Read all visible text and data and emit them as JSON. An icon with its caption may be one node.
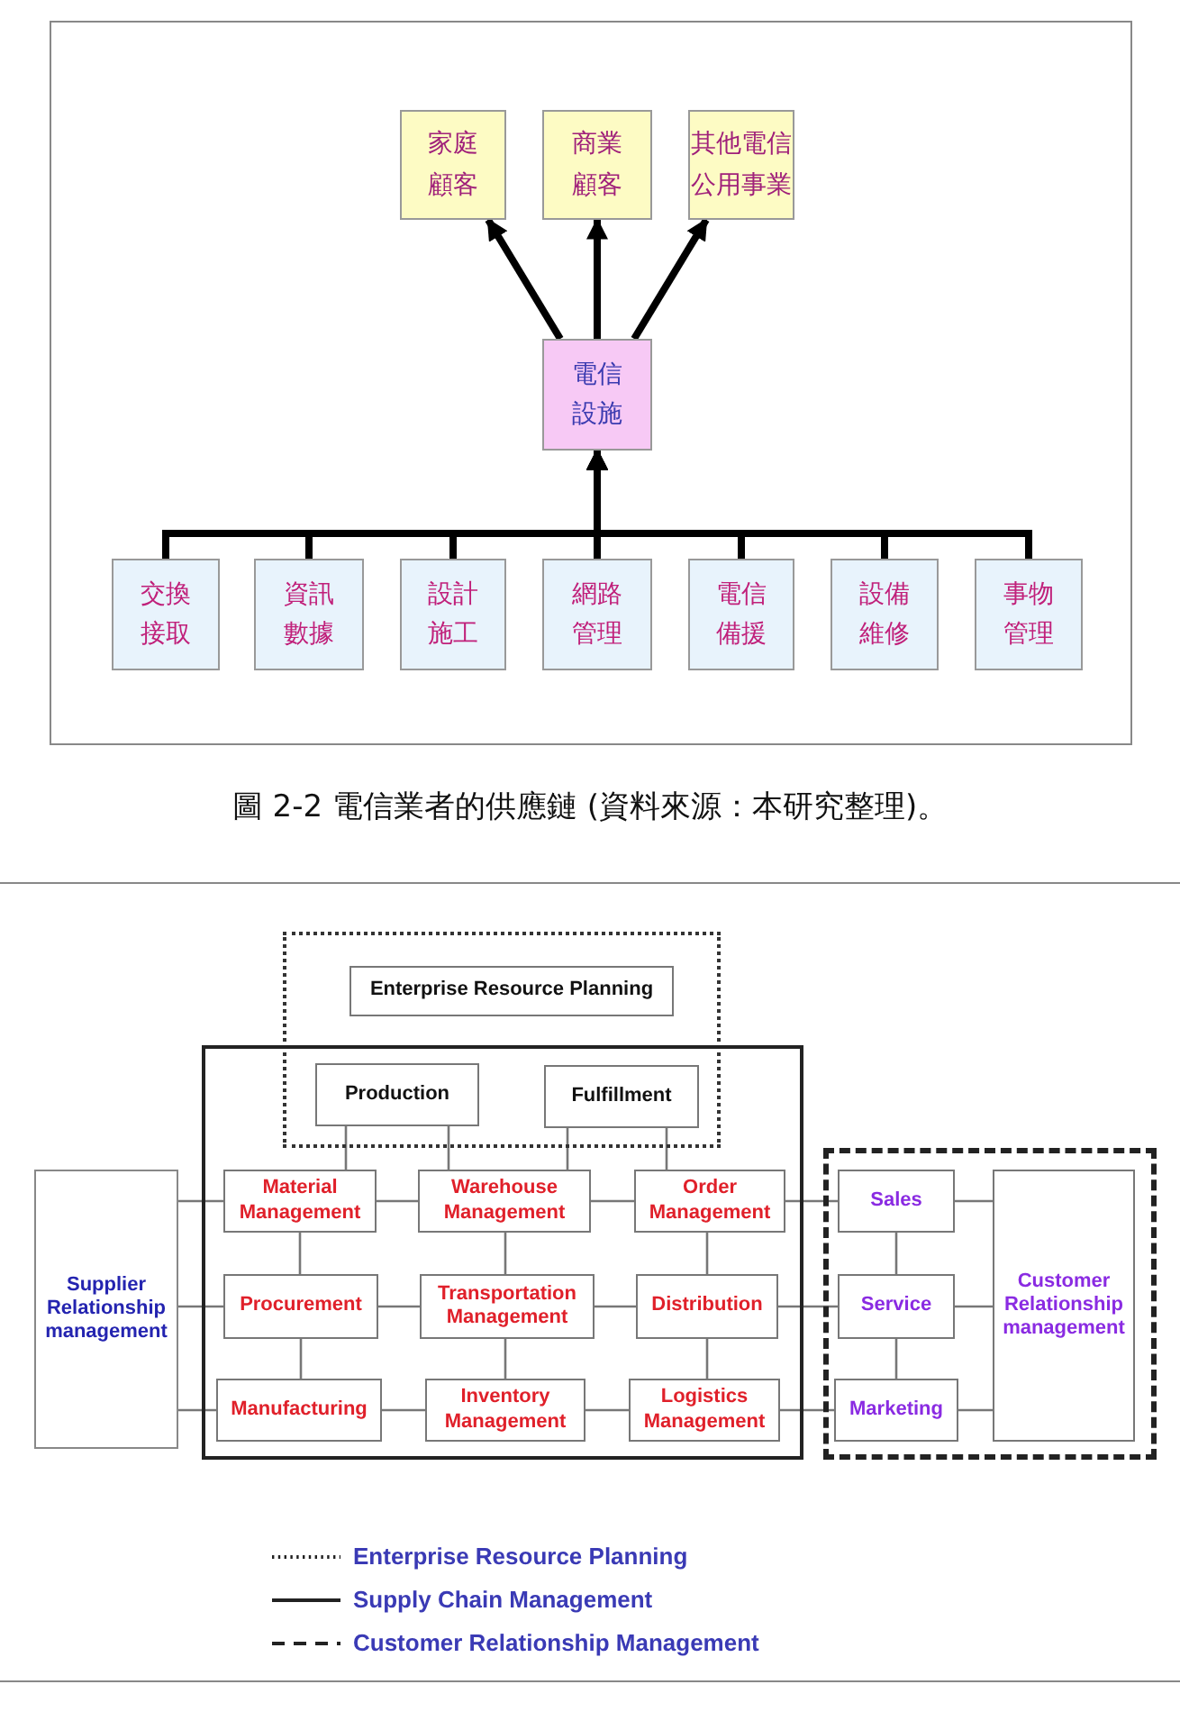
{
  "diagram": {
    "caption": "圖 2-2 電信業者的供應鏈 (資料來源：本研究整理)。",
    "nodes": [
      {
        "text": [
          "家庭顧客"
        ]
      },
      {
        "text": [
          "商業顧客"
        ]
      },
      {
        "text": [
          "其他電信公用事業"
        ]
      },
      {
        "text": [
          "電信設施"
        ]
      },
      {
        "text": [
          "交換接取"
        ]
      },
      {
        "text": [
          "資訊數據"
        ]
      },
      {
        "text": [
          "設計施工"
        ]
      },
      {
        "text": [
          "網路管理"
        ]
      },
      {
        "text": [
          "電信備援"
        ]
      },
      {
        "text": [
          "設備維修"
        ]
      },
      {
        "text": [
          "事物管理"
        ]
      },
      {
        "text": [],
        "shape": "box"
      },
      {
        "text": [
          "Enterprise Resource Planning"
        ],
        "in": 11
      },
      {
        "text": [],
        "shape": "box"
      },
      {
        "text": [
          "Production"
        ]
      },
      {
        "text": [
          "Fulfillment"
        ]
      },
      {
        "text": [],
        "shape": "box"
      },
      {
        "text": [
          "Supplier Relationship management"
        ]
      },
      {
        "text": [
          "Material Management"
        ],
        "in": 13
      },
      {
        "text": [
          "Warehouse Management"
        ],
        "in": 13
      },
      {
        "text": [
          "Order Management"
        ],
        "in": 13
      },
      {
        "text": [
          "Sales"
        ],
        "in": 16
      },
      {
        "text": [
          "Customer Relationship management"
        ],
        "in": 16
      },
      {
        "text": [
          "Procurement"
        ],
        "in": 13
      },
      {
        "text": [
          "Transportation Management"
        ],
        "in": 13
      },
      {
        "text": [
          "Distribution"
        ],
        "in": 13
      },
      {
        "text": [
          "Service"
        ],
        "in": 16
      },
      {
        "text": [
          "Manufacturing"
        ],
        "in": 13
      },
      {
        "text": [
          "Inventory Management"
        ],
        "in": 13
      },
      {
        "text": [
          "Logistics Management"
        ],
        "in": 13
      },
      {
        "text": [
          "Marketing"
        ],
        "in": 16
      }
    ],
    "edges": [
      {
        "from": 3,
        "to": 0,
        "arrow": "to",
        "style": "thick",
        "color": "#000000"
      },
      {
        "from": 3,
        "to": 1,
        "arrow": "to",
        "style": "thick",
        "color": "#000000"
      },
      {
        "from": 3,
        "to": 2,
        "arrow": "to",
        "style": "thick",
        "color": "#000000"
      },
      {
        "from": 4,
        "to": 3,
        "arrow": "to",
        "style": "thick",
        "color": "#000000"
      },
      {
        "from": 5,
        "to": 3,
        "arrow": "to",
        "style": "thick",
        "color": "#000000"
      },
      {
        "from": 6,
        "to": 3,
        "arrow": "to",
        "style": "thick",
        "color": "#000000"
      },
      {
        "from": 7,
        "to": 3,
        "arrow": "to",
        "style": "thick",
        "color": "#000000"
      },
      {
        "from": 8,
        "to": 3,
        "arrow": "to",
        "style": "thick",
        "color": "#000000"
      },
      {
        "from": 9,
        "to": 3,
        "arrow": "to",
        "style": "thick",
        "color": "#000000"
      },
      {
        "from": 10,
        "to": 3,
        "arrow": "to",
        "style": "thick",
        "color": "#000000"
      },
      {
        "from": 14,
        "to": 18,
        "arrow": "none"
      },
      {
        "from": 14,
        "to": 19,
        "arrow": "none"
      },
      {
        "from": 15,
        "to": 19,
        "arrow": "none"
      },
      {
        "from": 15,
        "to": 20,
        "arrow": "none"
      },
      {
        "from": 17,
        "to": 18,
        "arrow": "none"
      },
      {
        "from": 18,
        "to": 19,
        "arrow": "none"
      },
      {
        "from": 19,
        "to": 20,
        "arrow": "none"
      },
      {
        "from": 20,
        "to": 21,
        "arrow": "none"
      },
      {
        "from": 21,
        "to": 22,
        "arrow": "none"
      },
      {
        "from": 17,
        "to": 23,
        "arrow": "none"
      },
      {
        "from": 23,
        "to": 24,
        "arrow": "none"
      },
      {
        "from": 24,
        "to": 25,
        "arrow": "none"
      },
      {
        "from": 25,
        "to": 26,
        "arrow": "none"
      },
      {
        "from": 26,
        "to": 22,
        "arrow": "none"
      },
      {
        "from": 17,
        "to": 27,
        "arrow": "none"
      },
      {
        "from": 27,
        "to": 28,
        "arrow": "none"
      },
      {
        "from": 28,
        "to": 29,
        "arrow": "none"
      },
      {
        "from": 29,
        "to": 30,
        "arrow": "none"
      },
      {
        "from": 30,
        "to": 22,
        "arrow": "none"
      },
      {
        "from": 18,
        "to": 23,
        "arrow": "none"
      },
      {
        "from": 23,
        "to": 27,
        "arrow": "none"
      },
      {
        "from": 19,
        "to": 24,
        "arrow": "none"
      },
      {
        "from": 24,
        "to": 28,
        "arrow": "none"
      },
      {
        "from": 20,
        "to": 25,
        "arrow": "none"
      },
      {
        "from": 25,
        "to": 29,
        "arrow": "none"
      },
      {
        "from": 21,
        "to": 26,
        "arrow": "none"
      },
      {
        "from": 26,
        "to": 30,
        "arrow": "none"
      }
    ],
    "legend": [
      {
        "text": "Enterprise Resource Planning"
      },
      {
        "text": "Supply Chain Management"
      },
      {
        "text": "Customer Relationship Management"
      }
    ]
  }
}
